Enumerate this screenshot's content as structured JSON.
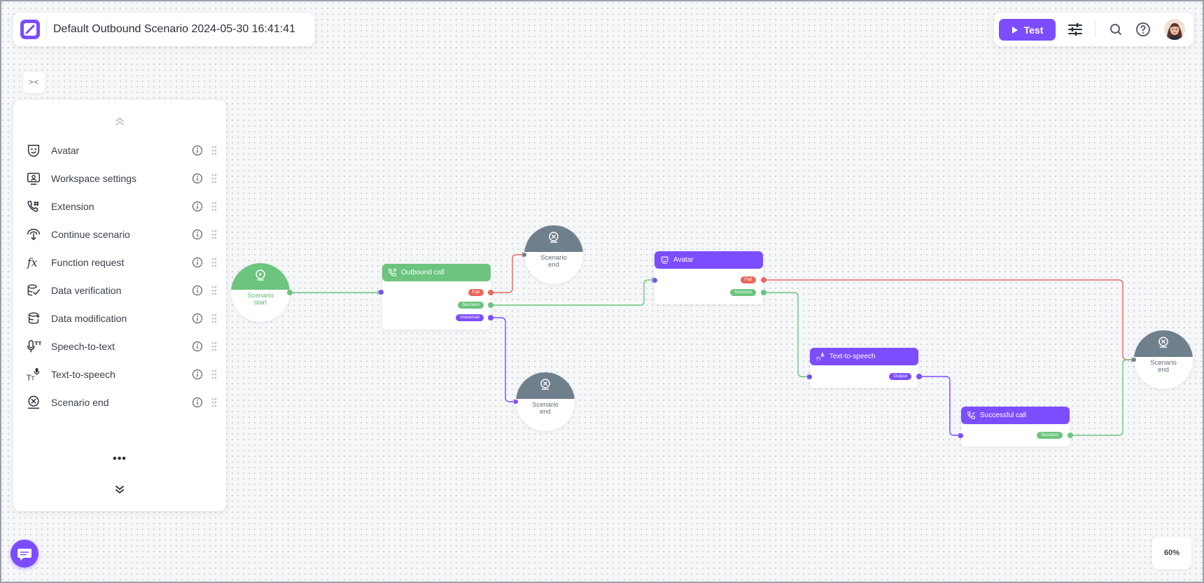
{
  "header": {
    "title": "Default Outbound Scenario 2024-05-30 16:41:41",
    "test_label": "Test"
  },
  "sidebar": {
    "items": [
      {
        "label": "Avatar",
        "icon": "avatar-icon"
      },
      {
        "label": "Workspace settings",
        "icon": "workspace-settings-icon"
      },
      {
        "label": "Extension",
        "icon": "extension-icon"
      },
      {
        "label": "Continue scenario",
        "icon": "continue-scenario-icon"
      },
      {
        "label": "Function request",
        "icon": "function-icon"
      },
      {
        "label": "Data verification",
        "icon": "data-verification-icon"
      },
      {
        "label": "Data modification",
        "icon": "data-modification-icon"
      },
      {
        "label": "Speech-to-text",
        "icon": "speech-to-text-icon"
      },
      {
        "label": "Text-to-speech",
        "icon": "text-to-speech-icon"
      },
      {
        "label": "Scenario end",
        "icon": "scenario-end-icon"
      }
    ],
    "more_label": "•••"
  },
  "nodes": {
    "scenario_start": {
      "label_line1": "Scenario",
      "label_line2": "start"
    },
    "scenario_end_top": {
      "label_line1": "Scenario",
      "label_line2": "end"
    },
    "scenario_end_bottom": {
      "label_line1": "Scenario",
      "label_line2": "end"
    },
    "scenario_end_right": {
      "label_line1": "Scenario",
      "label_line2": "end"
    },
    "outbound_call": {
      "title": "Outbound call",
      "ports": [
        "Fail",
        "Success",
        "Voicemail"
      ]
    },
    "avatar": {
      "title": "Avatar",
      "ports": [
        "Fail",
        "Success"
      ]
    },
    "text_to_speech": {
      "title": "Text-to-speech",
      "ports": [
        "Output"
      ]
    },
    "successful_call": {
      "title": "Successful call",
      "ports": [
        "Success"
      ]
    }
  },
  "colors": {
    "accent": "#7c4dff",
    "success": "#6cc47e",
    "fail": "#e8685c",
    "end_node": "#6f7f8c"
  },
  "zoom": "60%"
}
